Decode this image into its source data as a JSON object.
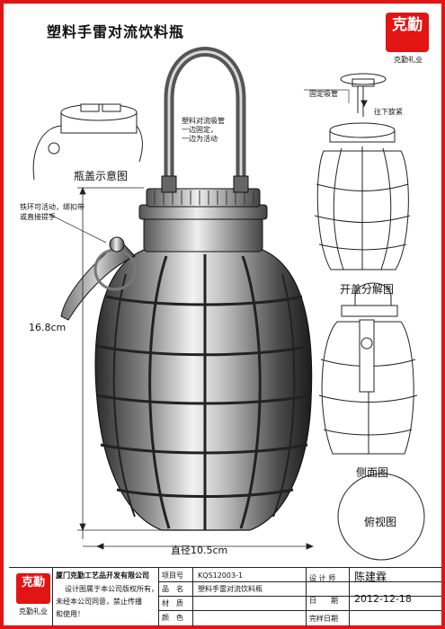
{
  "header": {
    "title": "塑料手雷对流饮料瓶",
    "logo_seal": "克勤",
    "logo_label": "克勤礼业"
  },
  "annotations": {
    "tube": [
      "塑料对流吸管",
      "一边固定，",
      "一边为活动"
    ],
    "cap_diagram": "瓶盖示意图",
    "ring": [
      "铁环可活动，绑扣带",
      "或直接提手"
    ],
    "height": "16.8cm",
    "diameter": "直径10.5cm",
    "fixed_straw": "固定吸管",
    "screw_down": "往下旋紧",
    "exploded_view": "开盖分解图",
    "side_view": "侧面图",
    "top_view": "俯视图"
  },
  "footer": {
    "company": "厦门克勤工艺品开发有限公司",
    "notice": [
      "设计图属于本公司版权所有，",
      "未经本公司同意，禁止传播",
      "和使用！"
    ],
    "logo_seal": "克勤",
    "logo_label": "克勤礼业",
    "labels": {
      "item_no": "项目号",
      "name": "品　名",
      "material": "材　质",
      "color": "颜　色",
      "designer": "设 计 师",
      "date": "日　　期",
      "finish_date": "完样日期"
    },
    "values": {
      "item_no": "KQS12003-1",
      "name": "塑料手雷对流饮料瓶",
      "material": "",
      "color": "",
      "designer": "陈建霖",
      "date": "2012-12-18",
      "finish_date": ""
    }
  }
}
